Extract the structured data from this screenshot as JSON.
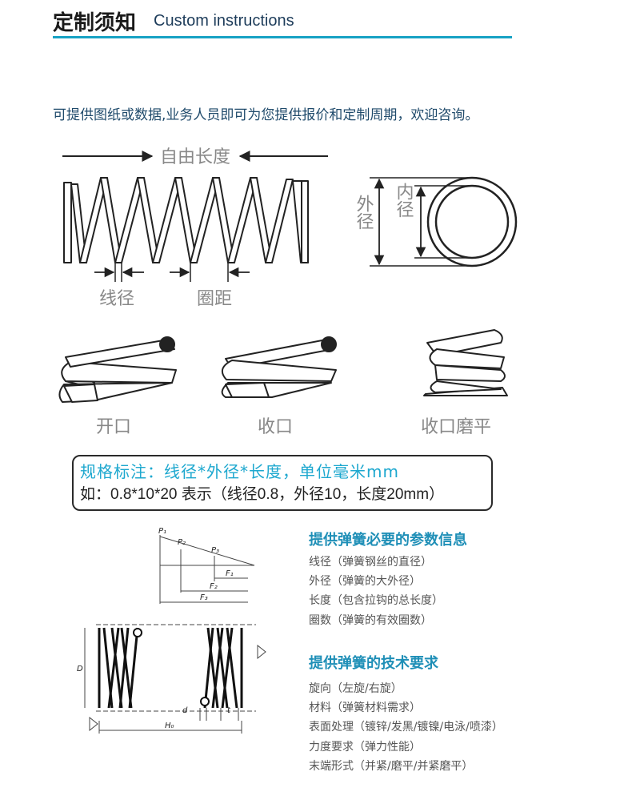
{
  "header": {
    "title": "定制须知",
    "subtitle": "Custom instructions"
  },
  "intro": "可提供图纸或数据,业务人员即可为您提供报价和定制周期，欢迎咨询。",
  "diagram_labels": {
    "free_length": "自由长度",
    "wire_dia": "线径",
    "pitch": "圈距",
    "outer_dia": "外径",
    "inner_dia": "内径",
    "open_end": "开口",
    "closed_end": "收口",
    "closed_ground": "收口磨平"
  },
  "spec_note": {
    "line1": "规格标注：线径*外径*长度，单位毫米mm",
    "line2": "如：0.8*10*20 表示（线径0.8，外径10，长度20mm）"
  },
  "drawing_labels": {
    "p1": "P₁",
    "p2": "P₂",
    "p3": "P₃",
    "f1": "F₁",
    "f2": "F₂",
    "f3": "F₃",
    "d_outer": "D",
    "d_wire": "d",
    "t": "t",
    "h0": "H₀"
  },
  "params_section": {
    "title": "提供弹簧必要的参数信息",
    "items": [
      "线径（弹簧钢丝的直径）",
      "外径（弹簧的大外径）",
      "长度（包含拉钩的总长度）",
      "圈数（弹簧的有效圈数）"
    ]
  },
  "tech_section": {
    "title": "提供弹簧的技术要求",
    "items": [
      "旋向（左旋/右旋）",
      "材料（弹簧材料需求）",
      "表面处理（镀锌/发黑/镀镍/电泳/喷漆）",
      "力度要求（弹力性能）",
      "末端形式（并紧/磨平/并紧磨平）"
    ]
  }
}
